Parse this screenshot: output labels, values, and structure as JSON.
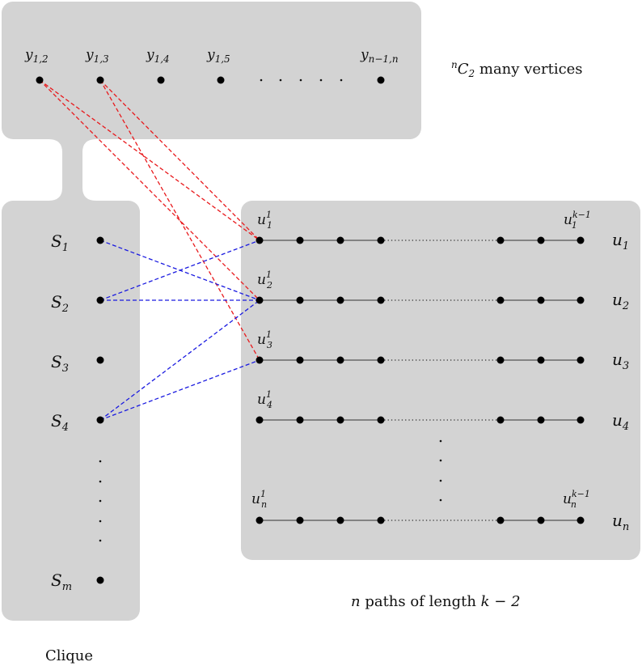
{
  "top": {
    "labels": [
      {
        "base": "y",
        "sub": "1,2",
        "sup": ""
      },
      {
        "base": "y",
        "sub": "1,3",
        "sup": ""
      },
      {
        "base": "y",
        "sub": "1,4",
        "sup": ""
      },
      {
        "base": "y",
        "sub": "1,5",
        "sup": ""
      },
      {
        "base": "y",
        "sub": "n−1,n",
        "sup": ""
      }
    ],
    "caption": {
      "sup": "n",
      "base": "C",
      "sub": "2",
      "rest": " many vertices"
    }
  },
  "clique": {
    "labels": [
      {
        "base": "S",
        "sub": "1"
      },
      {
        "base": "S",
        "sub": "2"
      },
      {
        "base": "S",
        "sub": "3"
      },
      {
        "base": "S",
        "sub": "4"
      },
      {
        "base": "S",
        "sub": "m"
      }
    ],
    "caption": "Clique"
  },
  "paths": {
    "rows": [
      {
        "name": {
          "base": "u",
          "sub": "1"
        },
        "first": {
          "base": "u",
          "sub": "1",
          "sup": "1"
        },
        "last": {
          "base": "u",
          "sub": "1",
          "sup": "k−1"
        }
      },
      {
        "name": {
          "base": "u",
          "sub": "2"
        },
        "first": {
          "base": "u",
          "sub": "2",
          "sup": "1"
        },
        "last": null
      },
      {
        "name": {
          "base": "u",
          "sub": "3"
        },
        "first": {
          "base": "u",
          "sub": "3",
          "sup": "1"
        },
        "last": null
      },
      {
        "name": {
          "base": "u",
          "sub": "4"
        },
        "first": {
          "base": "u",
          "sub": "4",
          "sup": "1"
        },
        "last": null
      },
      {
        "name": {
          "base": "u",
          "sub": "n"
        },
        "first": {
          "base": "u",
          "sub": "n",
          "sup": "1"
        },
        "last": {
          "base": "u",
          "sub": "n",
          "sup": "k−1"
        }
      }
    ],
    "caption": {
      "italic_n": "n",
      "mid": " paths of length ",
      "expr": "k − 2"
    }
  },
  "edges": {
    "red": [
      [
        0,
        0
      ],
      [
        0,
        1
      ],
      [
        1,
        0
      ],
      [
        1,
        2
      ]
    ],
    "blue": [
      [
        0,
        1
      ],
      [
        1,
        0
      ],
      [
        1,
        1
      ],
      [
        3,
        1
      ],
      [
        3,
        2
      ]
    ],
    "colors": {
      "red": "#e8191c",
      "blue": "#1a1ae0",
      "box": "#d3d3d3"
    }
  }
}
